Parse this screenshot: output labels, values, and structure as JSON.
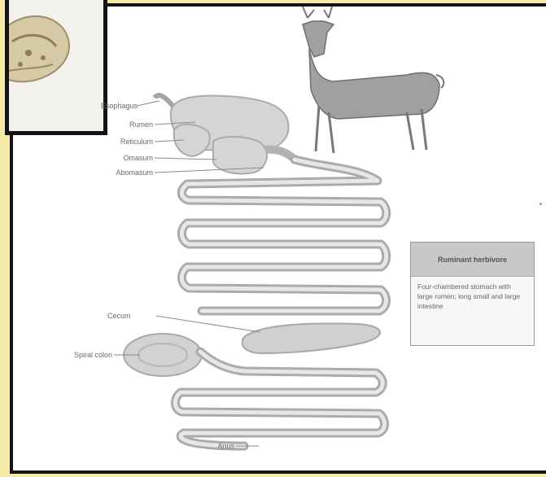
{
  "labels": {
    "esophagus": "Esophagus",
    "rumen": "Rumen",
    "reticulum": "Reticulum",
    "omasum": "Omasum",
    "abomasum": "Abomasum",
    "cecum": "Cecum",
    "spiral_colon": "Spiral colon",
    "anus": "Anus"
  },
  "callout": {
    "title": "Ruminant herbivore",
    "body": "Four-chambered stomach with large rumen; long small and large intestine"
  },
  "colors": {
    "background": "#f6eba6",
    "frame": "#141414",
    "organ_fill": "#d4d4d4",
    "organ_stroke": "#a9a9a9",
    "deer": "#9a9a9a"
  },
  "icons": {
    "inset": "skull-icon",
    "animal": "deer-icon"
  }
}
